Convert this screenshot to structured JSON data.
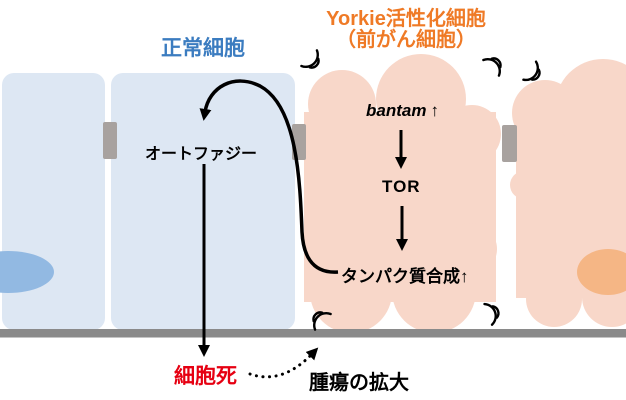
{
  "figure": {
    "description": "Pathway diagram comparing normal cells and Yorkie-activated precancerous cells"
  },
  "labels": {
    "normal_cells": "正常細胞",
    "yorkie_line1": "Yorkie活性化細胞",
    "yorkie_line2": "（前がん細胞）",
    "autophagy": "オートファジー",
    "bantam": "bantam",
    "bantam_arrow": "↑",
    "tor": "TOR",
    "protein_synthesis": "タンパク質合成↑",
    "cell_death": "細胞死",
    "tumor_expansion": "腫瘍の拡大"
  },
  "colors": {
    "normal_label": "#3b7cc0",
    "yorkie_label": "#ef7a26",
    "cell_death": "#e60012",
    "normal_cell_fill": "#dde7f3",
    "normal_nucleus": "#92b9e2",
    "tumor_cell_fill": "#f8d7c9",
    "tumor_nucleus": "#f5b685",
    "junction": "#a8a29f",
    "membrane": "#8a8a8a",
    "arrow": "#000000"
  }
}
